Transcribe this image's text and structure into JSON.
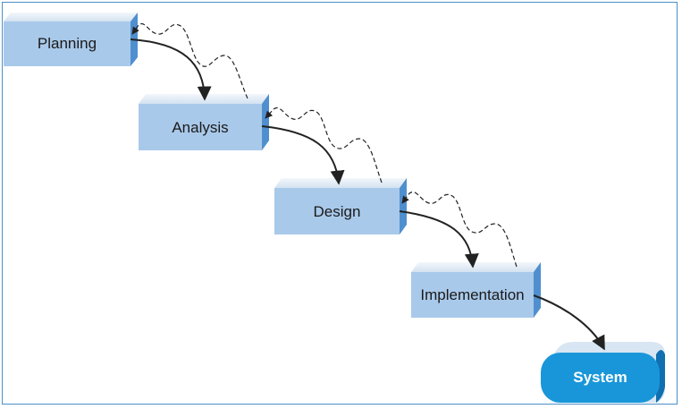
{
  "phases": [
    {
      "label": "Planning"
    },
    {
      "label": "Analysis"
    },
    {
      "label": "Design"
    },
    {
      "label": "Implementation"
    }
  ],
  "result": {
    "label": "System"
  },
  "colors": {
    "box_front": "#a9c9ea",
    "box_top": "#dde9f4",
    "box_side": "#4f8fcf",
    "system_fill": "#1996d9",
    "system_side": "#0f6fb0",
    "frame": "#4a90c8",
    "arrow": "#222222"
  }
}
